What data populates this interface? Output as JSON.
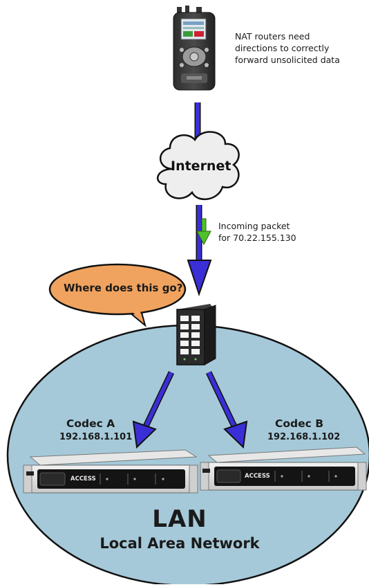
{
  "top_note": {
    "line1": "NAT routers need",
    "line2": "directions to correctly",
    "line3": "forward unsolicited data"
  },
  "cloud": {
    "label": "Internet"
  },
  "packet_note": {
    "line1": "Incoming packet",
    "line2": "for 70.22.155.130"
  },
  "bubble": {
    "label": "Where does this go?"
  },
  "codec_a": {
    "name": "Codec A",
    "ip": "192.168.1.101",
    "brand": "ACCESS"
  },
  "codec_b": {
    "name": "Codec B",
    "ip": "192.168.1.102",
    "brand": "ACCESS"
  },
  "lan": {
    "title": "LAN",
    "subtitle": "Local Area Network"
  },
  "colors": {
    "arrow": "#3a2fd6",
    "lan_fill": "#a5c9d9",
    "bubble": "#f0a35e",
    "green_arrow": "#4fc02a"
  },
  "icons": {
    "field_device": "handheld-device-icon",
    "internet": "cloud-icon",
    "router": "router-icon",
    "codec": "rack-codec-icon"
  }
}
